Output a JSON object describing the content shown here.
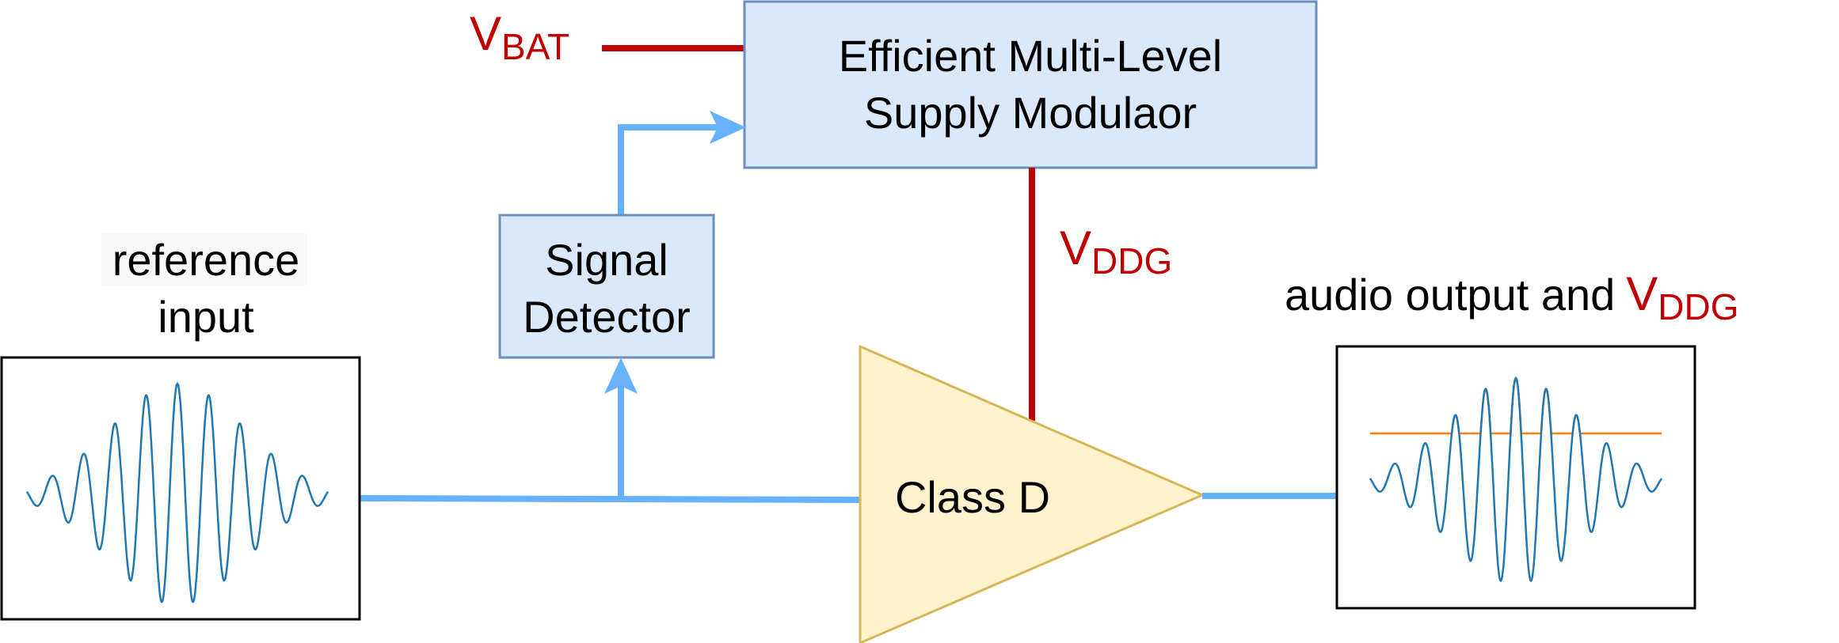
{
  "blocks": {
    "modulator": {
      "line1": "Efficient Multi-Level",
      "line2": "Supply Modulaor"
    },
    "detector": {
      "line1": "Signal",
      "line2": "Detector"
    },
    "amplifier": {
      "label": "Class D"
    }
  },
  "labels": {
    "vbat": {
      "main": "V",
      "sub": "BAT"
    },
    "vddg": {
      "main": "V",
      "sub": "DDG"
    },
    "reference_line1": "reference",
    "reference_line2": "input",
    "output_prefix": "audio output and",
    "output_v": {
      "main": "V",
      "sub": "DDG"
    }
  },
  "colors": {
    "block_fill": "#dae8fc",
    "block_stroke": "#6c8ebf",
    "amp_fill": "#fff2cc",
    "amp_stroke": "#d6b656",
    "signal_line": "#66b2ff",
    "supply_line": "#c00000",
    "waveform": "#1f77b4",
    "vddg_trace": "#ff7f0e"
  }
}
